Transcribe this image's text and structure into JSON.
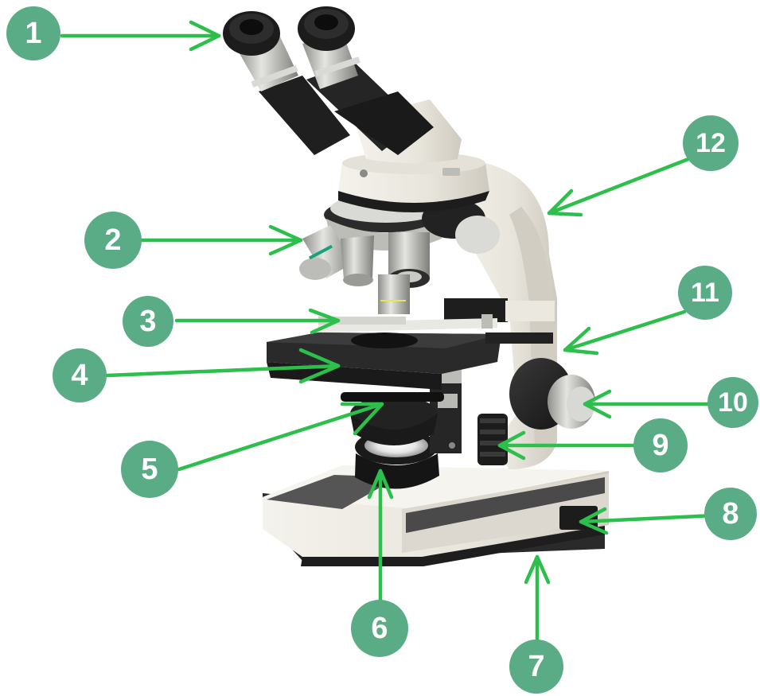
{
  "colors": {
    "marker_fill": "#5aac86",
    "arrow": "#2dbf4b",
    "body_light": "#efece4",
    "body_shade": "#d6d2c8",
    "dark": "#262626",
    "metal": "#c9c9c5"
  },
  "labels": [
    {
      "id": "1",
      "text": "1"
    },
    {
      "id": "2",
      "text": "2"
    },
    {
      "id": "3",
      "text": "3"
    },
    {
      "id": "4",
      "text": "4"
    },
    {
      "id": "5",
      "text": "5"
    },
    {
      "id": "6",
      "text": "6"
    },
    {
      "id": "7",
      "text": "7"
    },
    {
      "id": "8",
      "text": "8"
    },
    {
      "id": "9",
      "text": "9"
    },
    {
      "id": "10",
      "text": "10"
    },
    {
      "id": "11",
      "text": "11"
    },
    {
      "id": "12",
      "text": "12"
    }
  ]
}
